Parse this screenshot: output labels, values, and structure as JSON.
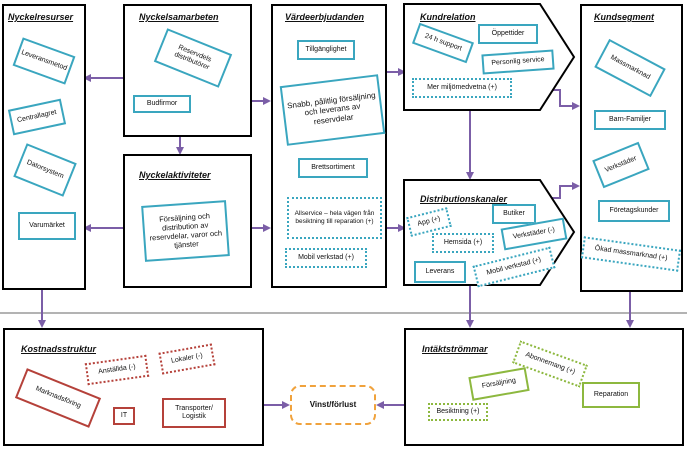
{
  "nyckelresurser": {
    "title": "Nyckelresurser",
    "items": [
      "Leveransmetod",
      "Centrallagret",
      "Datorsystem",
      "Varumärket"
    ]
  },
  "nyckelsamarbeten": {
    "title": "Nyckelsamarbeten",
    "items": [
      "Reservdels distributörer",
      "Budfirmor"
    ]
  },
  "nyckelaktiviteter": {
    "title": "Nyckelaktiviteter",
    "items": [
      "Försäljning och distribution av reservdelar, varor och tjänster"
    ]
  },
  "vardeerbjudanden": {
    "title": "Värdeerbjudanden",
    "items": [
      "Tillgänglighet",
      "Snabb, pålitlig försäljning och leverans av reservdelar",
      "Brettsortiment",
      "Allservice – hela vägen från besiktning till reparation (+)",
      "Mobil verkstad (+)"
    ]
  },
  "kundrelation": {
    "title": "Kundrelation",
    "items": [
      "24 h support",
      "Öppettider",
      "Personlig service",
      "Mer miljömedvetna (+)"
    ]
  },
  "distributionskanaler": {
    "title": "Distributionskanaler",
    "items": [
      "App (+)",
      "Butiker",
      "Hemsida (+)",
      "Verkstäder (-)",
      "Leverans",
      "Mobil verkstad (+)"
    ]
  },
  "kundsegment": {
    "title": "Kundsegment",
    "items": [
      "Massmarknad",
      "Barn-Familjer",
      "Verkstäder",
      "Företagskunder",
      "Ökad massmarknad (+)"
    ]
  },
  "kostnadsstruktur": {
    "title": "Kostnadsstruktur",
    "items": [
      "Anställda (-)",
      "Lokaler (-)",
      "Marknadsföring",
      "IT",
      "Transporter/ Logistik"
    ]
  },
  "intaktstrommar": {
    "title": "Intäktströmmar",
    "items": [
      "Abonnemang (+)",
      "Försäljning",
      "Reparation",
      "Besiktning (+)"
    ]
  },
  "center": {
    "label": "Vinst/förlust"
  },
  "colors": {
    "arrow": "#7b5ea7",
    "separator": "#9a9a9a",
    "teal": "#3aa6bf",
    "red": "#b5413a",
    "green": "#8db83f",
    "orange": "#f0a23c"
  }
}
